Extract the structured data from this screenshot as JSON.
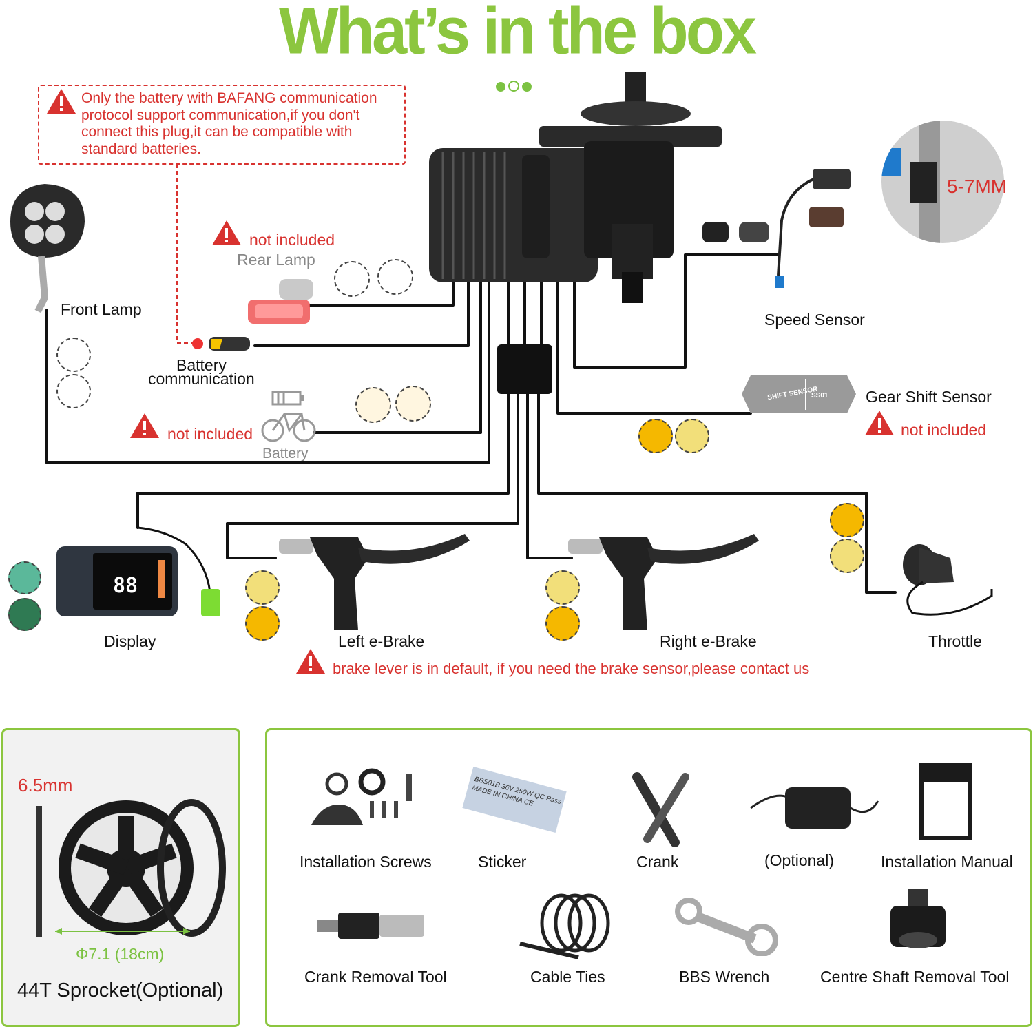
{
  "header": {
    "title": "What’s in the box"
  },
  "notice": {
    "text": "Only the battery with BAFANG communication protocol support communication,if you don't connect this plug,it can be compatible with standard batteries."
  },
  "components": {
    "front_lamp": "Front Lamp",
    "rear_lamp": "Rear Lamp",
    "rear_lamp_status": "not included",
    "battery_communication_line1": "Battery",
    "battery_communication_line2": "communication",
    "battery": "Battery",
    "battery_status": "not included",
    "speed_sensor": "Speed Sensor",
    "speed_sensor_gap": "5-7MM",
    "gear_shift_sensor": "Gear Shift Sensor",
    "gear_shift_sensor_status": "not included",
    "gear_shift_sensor_text_a": "SHIFT SENSOR",
    "gear_shift_sensor_text_b": "SS01",
    "display": "Display",
    "display_readout": "88",
    "left_brake": "Left e-Brake",
    "right_brake": "Right e-Brake",
    "throttle": "Throttle",
    "brake_note": "brake lever is in default, if you need the brake sensor,please contact us"
  },
  "sprocket_panel": {
    "thickness": "6.5mm",
    "diameter": "Φ7.1 (18cm)",
    "label": "44T Sprocket(Optional)"
  },
  "accessories": {
    "row1": [
      "Installation Screws",
      "Sticker",
      "Crank",
      "(Optional)",
      "Installation Manual"
    ],
    "row2": [
      "Crank Removal Tool",
      "Cable Ties",
      "BBS Wrench",
      "Centre Shaft Removal Tool"
    ],
    "sticker_text": "BBS01B 36V 250W QC Pass MADE IN CHINA CE"
  },
  "colors": {
    "accent_green": "#8cc63f",
    "warning_red": "#d8322f",
    "connector_yellow": "#f5b800"
  }
}
